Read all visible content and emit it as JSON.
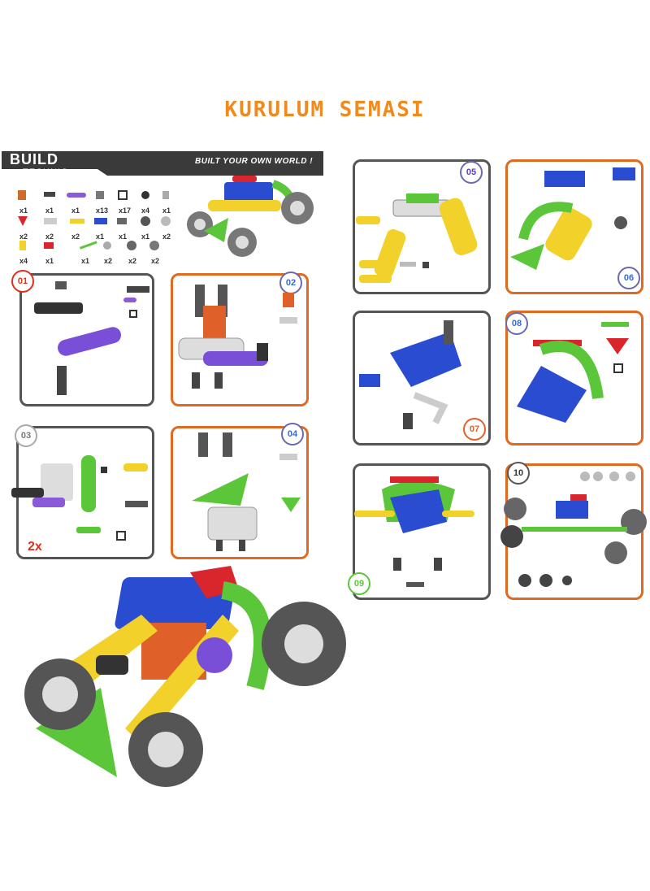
{
  "title": "KURULUM SEMASI",
  "banner": {
    "brand": "BUILD",
    "brand_sub": "TECHNIC",
    "slogan": "BUILT YOUR OWN WORLD !"
  },
  "parts_quantities": [
    "x1",
    "x1",
    "x1",
    "x13",
    "x17",
    "x4",
    "x1",
    "x2",
    "x2",
    "x2",
    "x1",
    "x1",
    "x1",
    "x2",
    "x4",
    "x1",
    "x1",
    "x2",
    "x2",
    "x2"
  ],
  "steps": [
    "01",
    "02",
    "03",
    "04",
    "05",
    "06",
    "07",
    "08",
    "09",
    "10"
  ],
  "step3_multiplier": "2x",
  "colors": {
    "title": "#f08a1c",
    "accent_orange": "#e06a20",
    "panel_gray": "#555555",
    "yellow": "#f2d22a",
    "green": "#5cc63a",
    "blue": "#2a4cd0",
    "red": "#d8262c",
    "purple": "#7a4fd8"
  }
}
